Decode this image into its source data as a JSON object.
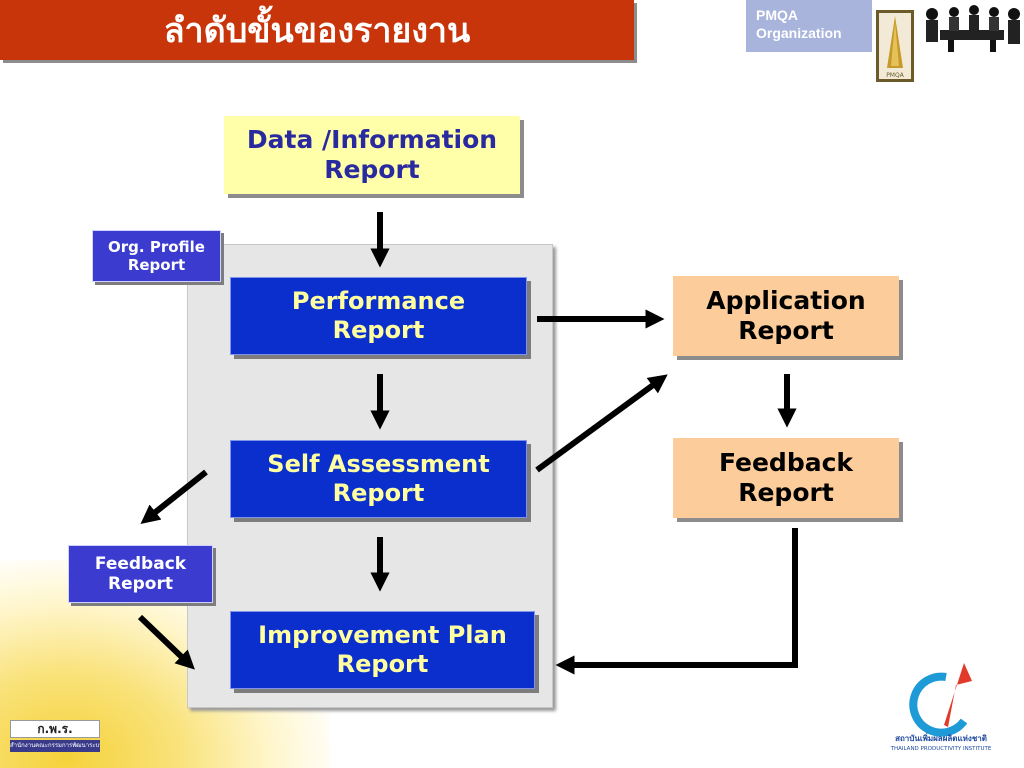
{
  "header": {
    "title": "ลำดับขั้นของรายงาน",
    "pmqa_line1": "PMQA",
    "pmqa_line2": "Organization"
  },
  "diagram": {
    "data_info_report": "Data /Information\nReport",
    "org_profile_report": "Org. Profile\nReport",
    "performance_report": "Performance\nReport",
    "self_assessment_report": "Self Assessment\nReport",
    "improvement_plan_report": "Improvement Plan\nReport",
    "feedback_report_left": "Feedback\nReport",
    "application_report": "Application\nReport",
    "feedback_report_right": "Feedback\nReport"
  },
  "footer": {
    "kpr_logo_text": "ก.พ.ร.",
    "kpr_subtext": "สำนักงานคณะกรรมการพัฒนาระบบราชการ",
    "tpi_text_th": "สถาบันเพิ่มผลผลิตแห่งชาติ",
    "tpi_text_en": "THAILAND PRODUCTIVITY INSTITUTE"
  },
  "colors": {
    "title_bg": "#c9350a",
    "blue_box": "#0a2fcc",
    "blue_text": "#ffffa0",
    "yellow_box": "#ffffaa",
    "peach_box": "#fccc9a",
    "panel_bg": "#e6e6e6"
  }
}
